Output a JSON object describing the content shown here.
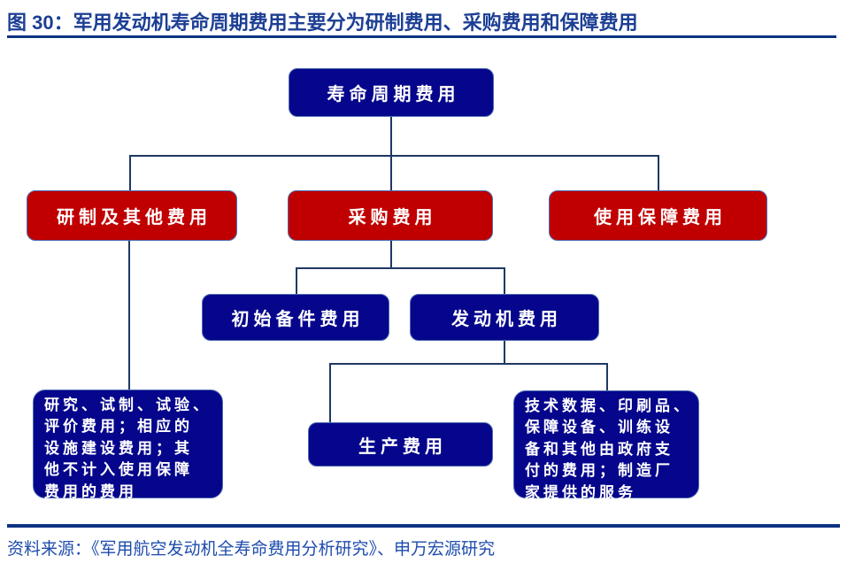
{
  "title": "图 30：军用发动机寿命周期费用主要分为研制费用、采购费用和保障费用",
  "source": "资料来源：《军用航空发动机全寿命费用分析研究》、申万宏源研究",
  "colors": {
    "navy_box_fill": "#06068C",
    "red_box_fill": "#C00000",
    "box_border": "#4E6BB0",
    "box_text": "#FFFFFF",
    "connector": "#1F3864",
    "title_text": "#1C3F94",
    "rule": "#0D3382",
    "source_text": "#1E4CAD",
    "background": "#FFFFFF"
  },
  "nodes": {
    "lifecycle": {
      "label": "寿命周期费用",
      "color": "navy"
    },
    "development": {
      "label": "研制及其他费用",
      "color": "red"
    },
    "procurement": {
      "label": "采购费用",
      "color": "red"
    },
    "support": {
      "label": "使用保障费用",
      "color": "red"
    },
    "initial_spares": {
      "label": "初始备件费用",
      "color": "navy"
    },
    "engine": {
      "label": "发动机费用",
      "color": "navy"
    },
    "production": {
      "label": "生产费用",
      "color": "navy"
    },
    "development_detail": {
      "label": "研究、试制、试验、\n评价费用；相应的\n设施建设费用；其\n他不计入使用保障\n费用的费用",
      "color": "navy"
    },
    "support_detail": {
      "label": "技术数据、印刷品、\n保障设备、训练设\n备和其他由政府支\n付的费用；制造厂\n家提供的服务",
      "color": "navy"
    }
  },
  "edges": [
    {
      "from": "lifecycle",
      "to": "development"
    },
    {
      "from": "lifecycle",
      "to": "procurement"
    },
    {
      "from": "lifecycle",
      "to": "support"
    },
    {
      "from": "procurement",
      "to": "initial_spares"
    },
    {
      "from": "procurement",
      "to": "engine"
    },
    {
      "from": "engine",
      "to": "production"
    },
    {
      "from": "engine",
      "to": "support_detail"
    },
    {
      "from": "development",
      "to": "development_detail"
    }
  ]
}
